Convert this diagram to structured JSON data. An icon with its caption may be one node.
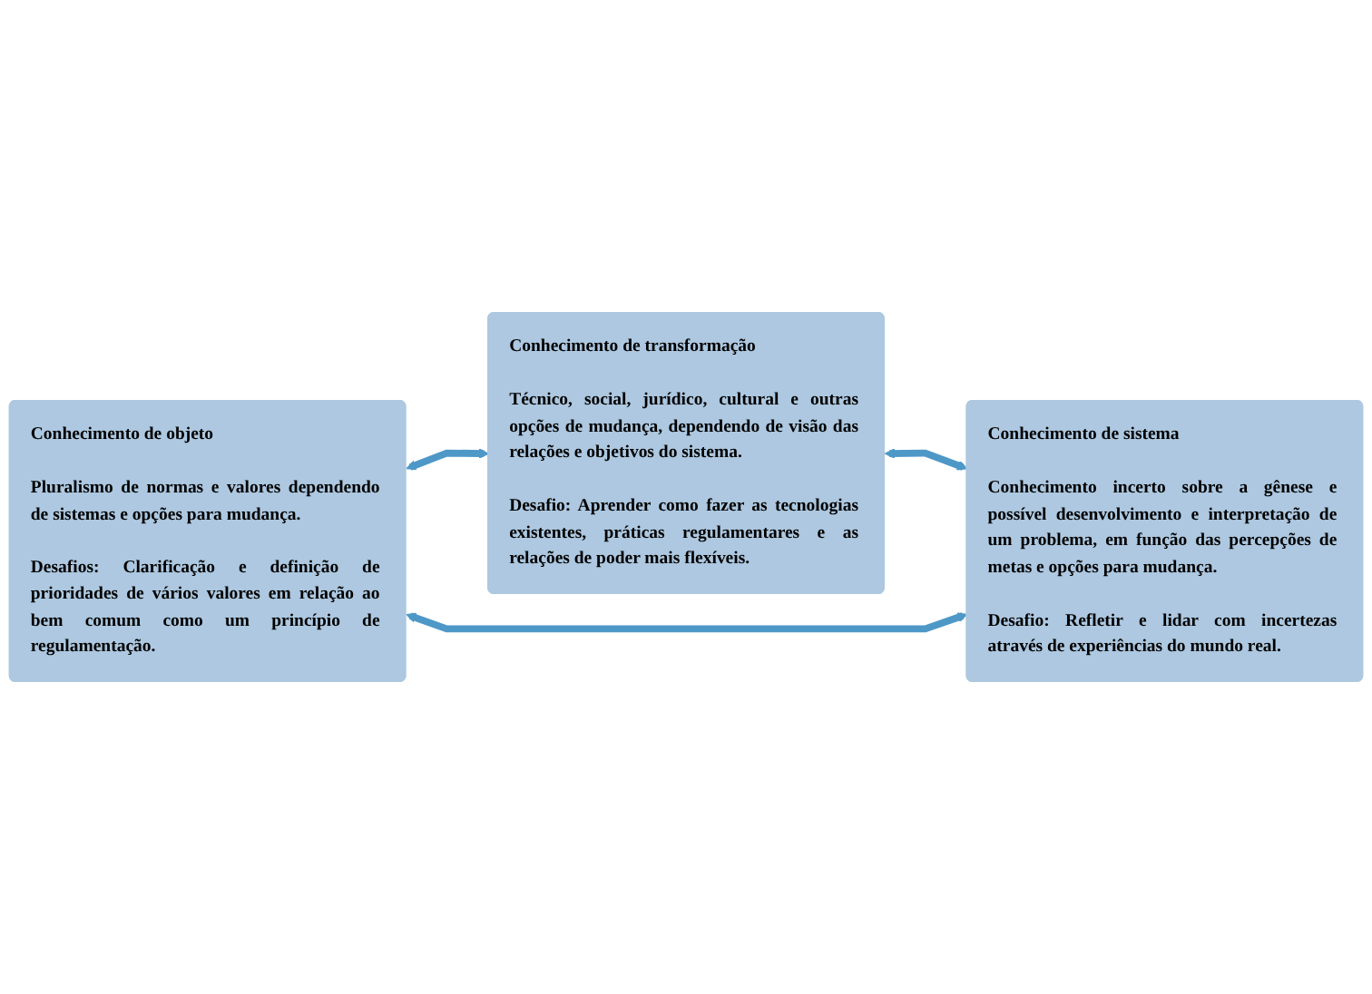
{
  "diagram": {
    "nodes": [
      {
        "text": [
          "Conhecimento de transformação",
          "Técnico, social, jurídico, cultural e outras opções de mudança, dependendo de visão das relações e objetivos do sistema.",
          "Desafio: Aprender como fazer as tecnologias existentes, práticas regulamentares e as relações de poder mais flexíveis."
        ]
      },
      {
        "text": [
          "Conhecimento de objeto",
          "Pluralismo de normas e valores dependendo de sistemas e opções para mudança.",
          "Desafios: Clarificação e definição de prioridades de vários valores em relação ao bem comum como um princípio de regulamentação."
        ]
      },
      {
        "text": [
          "Conhecimento de sistema",
          "Conhecimento incerto sobre a gênese e possível desenvolvimento e interpretação de um problema, em função das percepções de metas e opções para mudança.",
          "Desafio: Refletir e lidar com incertezas através de experiências do mundo real."
        ]
      }
    ],
    "edges": [
      {
        "from": 1,
        "to": 0,
        "arrow": "both"
      },
      {
        "from": 0,
        "to": 2,
        "arrow": "both"
      },
      {
        "from": 1,
        "to": 2,
        "arrow": "both"
      }
    ]
  }
}
